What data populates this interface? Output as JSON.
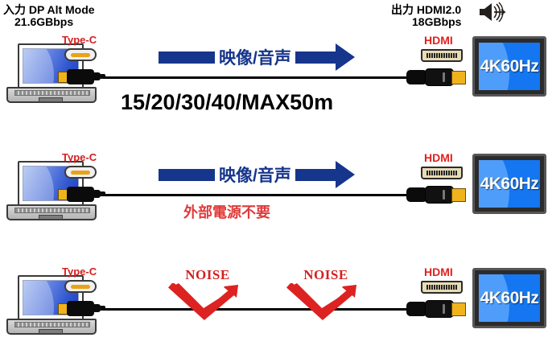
{
  "header": {
    "input_label": "入力 DP Alt Mode",
    "input_bandwidth": "21.6GBbps",
    "output_label": "出力 HDMI2.0",
    "output_bandwidth": "18GBbps",
    "speaker_icon": "speaker-audio-icon"
  },
  "common": {
    "typec_label": "Type-C",
    "hdmi_label": "HDMI",
    "monitor_text": "4K60Hz",
    "signal_label": "映像/音声",
    "noise_label": "NOISE"
  },
  "rows": [
    {
      "id": "row-1",
      "typec_label": "Type-C",
      "hdmi_label": "HDMI",
      "monitor_text": "4K60Hz",
      "arrow_label": "映像/音声",
      "caption": "15/20/30/40/MAX50m"
    },
    {
      "id": "row-2",
      "typec_label": "Type-C",
      "hdmi_label": "HDMI",
      "monitor_text": "4K60Hz",
      "arrow_label": "映像/音声",
      "caption": "外部電源不要"
    },
    {
      "id": "row-3",
      "typec_label": "Type-C",
      "hdmi_label": "HDMI",
      "monitor_text": "4K60Hz",
      "noise_label_1": "NOISE",
      "noise_label_2": "NOISE"
    }
  ],
  "colors": {
    "accent_red": "#d42020",
    "hdmi_red": "#e02121",
    "arrow_blue": "#16358c",
    "screen_blue": "#1476f0",
    "connector_gold": "#f0b31c",
    "noise_red": "#d42020"
  }
}
